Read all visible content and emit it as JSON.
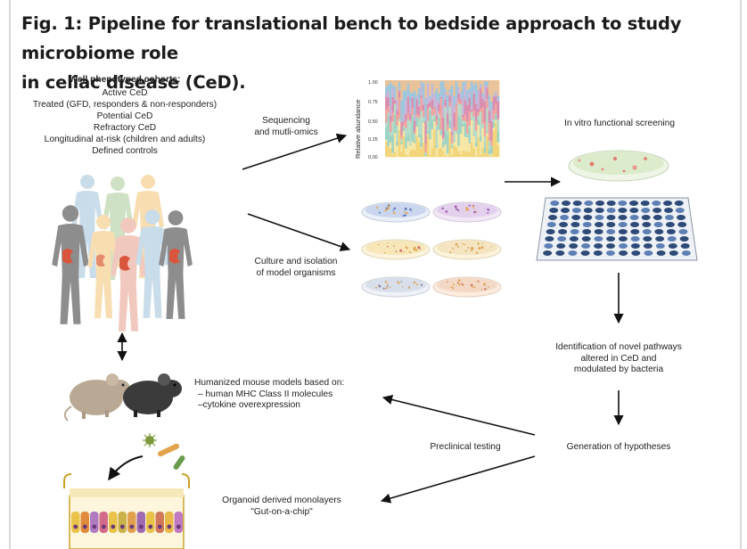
{
  "figure": {
    "title_line1": "Fig. 1: Pipeline for translational bench to bedside approach to study microbiome role",
    "title_line2": "in celiac disease (CeD)."
  },
  "cohorts": {
    "heading": "Well phenotyped cohorts:",
    "items": [
      "Active CeD",
      "Treated (GFD, responders & non-responders)",
      "Potential CeD",
      "Refractory CeD",
      "Longitudinal at-risk (children and adults)",
      "Defined controls"
    ]
  },
  "steps": {
    "sequencing": [
      "Sequencing",
      "and mutli-omics"
    ],
    "culture": [
      "Culture and isolation",
      "of model organisms"
    ],
    "in_vitro": "In vitro functional screening",
    "identification": [
      "Identification of novel pathways",
      "altered in CeD and",
      "modulated by bacteria"
    ],
    "hypotheses": "Generation of hypotheses",
    "preclinical": "Preclinical testing",
    "mouse": [
      "Humanized mouse models based on:",
      "– human MHC Class II molecules",
      "–cytokine overexpression"
    ],
    "organoid": [
      "Organoid derived monolayers",
      "\"Gut-on-a-chip\""
    ]
  },
  "abundance_chart": {
    "ylabel": "Relative abundance",
    "ticks": [
      "1.00",
      "0.75",
      "0.50",
      "0.25",
      "0.00"
    ]
  },
  "colors": {
    "arrow": "#111111",
    "body_grey": "#8d8d8d",
    "body_blue": "#c9dcea",
    "body_green": "#cfe1c4",
    "body_yellow": "#f7ddb0",
    "body_pink": "#f1c8bd",
    "gut": "#d9553c",
    "plate_well": "#2e4a78"
  }
}
